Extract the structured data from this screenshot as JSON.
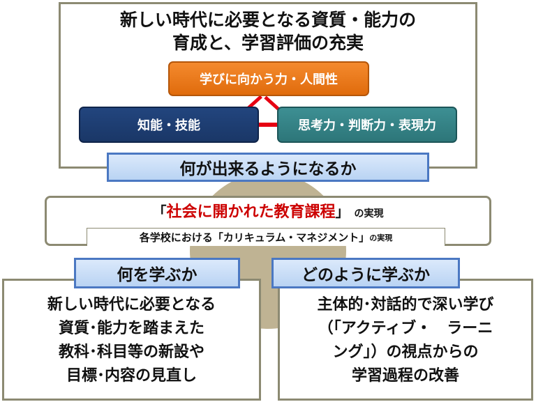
{
  "top": {
    "title_lines": [
      "新しい時代に必要となる資質・能力の",
      "育成と、学習評価の充実"
    ],
    "humanity": "学びに向かう力・人間性",
    "knowledge": "知能・技能",
    "thinking": "思考力・判断力・表現力",
    "label": "何が出来るようになるか"
  },
  "curriculum": {
    "open_quote": "「",
    "main": "社会に開かれた教育課程",
    "close_quote": "」",
    "suffix": "の実現",
    "management_main": "各学校における「カリキュラム・マネジメント」",
    "management_suffix": "の実現"
  },
  "left": {
    "label": "何を学ぶか",
    "lines": [
      "新しい時代に必要となる",
      "資質･能力を踏まえた",
      "教科･科目等の新設や",
      "目標･内容の見直し"
    ]
  },
  "right": {
    "label": "どのように学ぶか",
    "lines": [
      "主体的･対話的で深い学び",
      "（「アクティブ・　ラーニ",
      "ング」）の視点からの",
      "学習過程の改善"
    ]
  },
  "colors": {
    "orange": "#e87a1c",
    "navy": "#1d3c70",
    "teal": "#358287",
    "label_blue": "#c5dcf6",
    "accent_red": "#cc0000",
    "connector_red": "#e60012",
    "disc_beige": "#bfb393"
  }
}
